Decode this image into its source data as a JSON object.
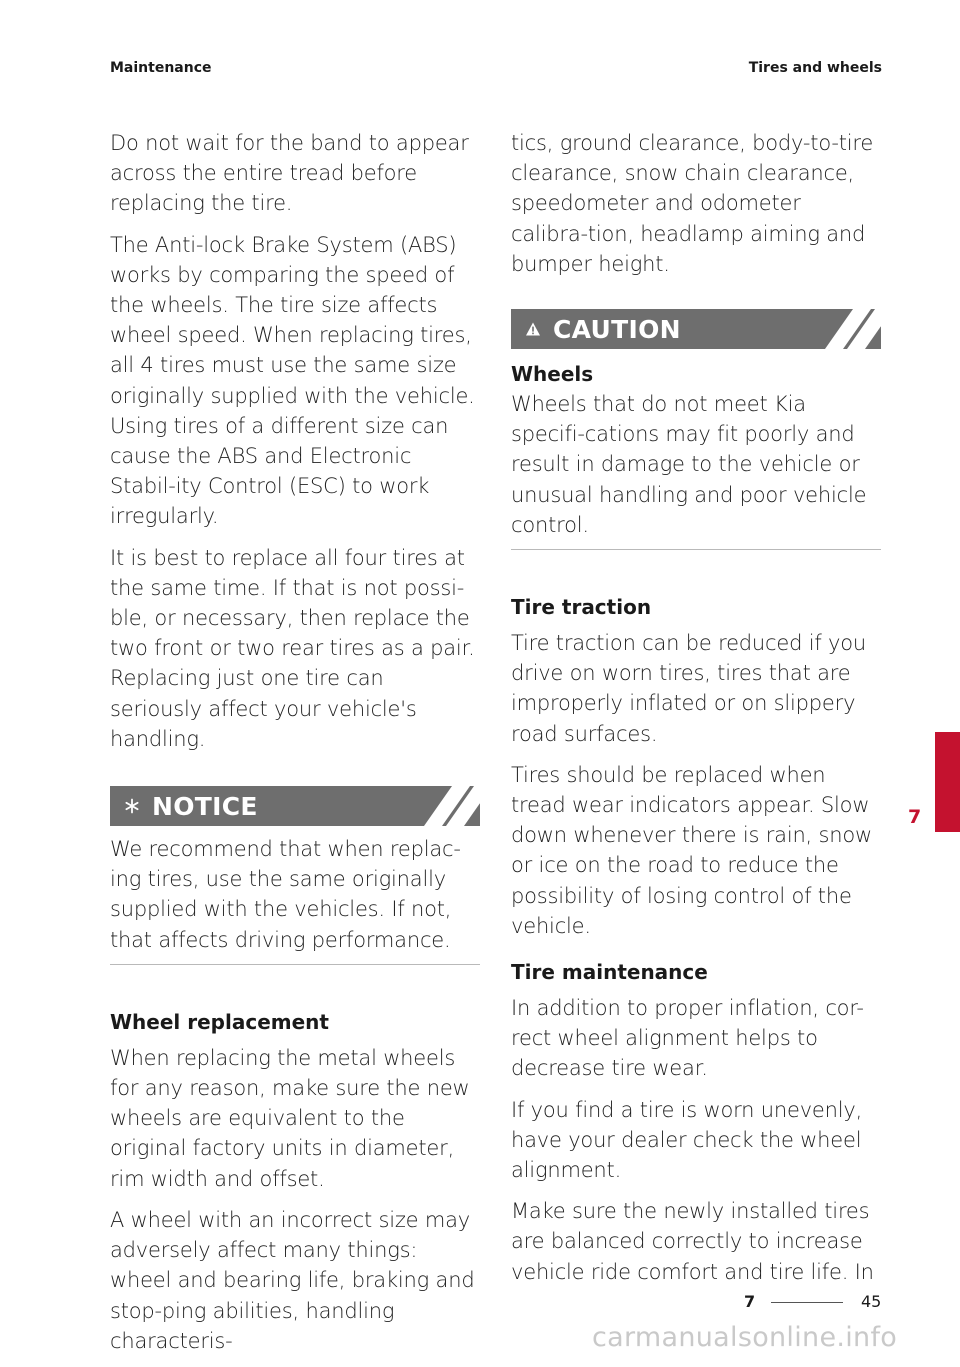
{
  "header": {
    "left": "Maintenance",
    "right": "Tires and wheels"
  },
  "left_column": {
    "p1": "Do not wait for the band to appear across the entire tread before replacing the tire.",
    "p2": "The Anti-lock Brake System (ABS) works by comparing the speed of the wheels. The tire size affects wheel speed. When replacing tires, all 4 tires must use the same size originally supplied with the vehicle. Using tires of a different size can cause the ABS and Electronic Stabil-ity Control (ESC) to work irregularly.",
    "p3": "It is best to replace all four tires at the same time. If that is not possi-ble, or necessary, then replace the two front or two rear tires as a pair. Replacing just one tire can seriously affect your vehicle's handling.",
    "notice": {
      "label": "NOTICE",
      "icon": "asterisk-icon",
      "text": "We recommend that when replac-ing tires, use the same originally supplied with the vehicles. If not, that affects driving performance."
    },
    "wheel_replacement": {
      "heading": "Wheel replacement",
      "p1": "When replacing the metal wheels for any reason, make sure the new wheels are equivalent to the original factory units in diameter, rim width and offset.",
      "p2": "A wheel with an incorrect size may adversely affect many things: wheel and bearing life, braking and stop-ping abilities, handling characteris-"
    }
  },
  "right_column": {
    "p1": "tics, ground clearance, body-to-tire clearance, snow chain clearance, speedometer and odometer calibra-tion, headlamp aiming and bumper height.",
    "caution": {
      "label": "CAUTION",
      "icon": "warning-triangle-icon",
      "heading": "Wheels",
      "text": "Wheels that do not meet Kia specifi-cations may fit poorly and result in damage to the vehicle or unusual handling and poor vehicle control."
    },
    "tire_traction": {
      "heading": "Tire traction",
      "p1": "Tire traction can be reduced if you drive on worn tires, tires that are improperly inflated or on slippery road surfaces.",
      "p2": "Tires should be replaced when tread wear indicators appear. Slow down whenever there is rain, snow or ice on the road to reduce the possibility of losing control of the vehicle."
    },
    "tire_maintenance": {
      "heading": "Tire maintenance",
      "p1": "In addition to proper inflation, cor-rect wheel alignment helps to decrease tire wear.",
      "p2": "If you find a tire is worn unevenly, have your dealer check the wheel alignment.",
      "p3": "Make sure the newly installed tires are balanced correctly to increase vehicle ride comfort and tire life. In"
    }
  },
  "side_tab": {
    "number": "7",
    "color": "#c4122f"
  },
  "footer": {
    "chapter": "7",
    "page": "45"
  },
  "watermark": "carmanualsonline.info",
  "colors": {
    "banner": "#6e6e6e",
    "accent": "#c4122f"
  }
}
